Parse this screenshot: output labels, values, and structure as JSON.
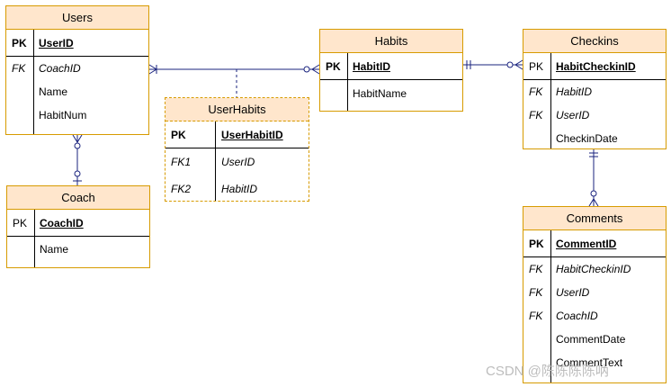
{
  "entities": {
    "users": {
      "title": "Users",
      "pk_key": "PK",
      "pk_name": "UserID",
      "fields": [
        {
          "key": "FK",
          "name": "CoachID"
        },
        {
          "key": "",
          "name": "Name"
        },
        {
          "key": "",
          "name": "HabitNum"
        }
      ]
    },
    "coach": {
      "title": "Coach",
      "pk_key": "PK",
      "pk_name": "CoachID",
      "fields": [
        {
          "key": "",
          "name": "Name"
        }
      ]
    },
    "userhabits": {
      "title": "UserHabits",
      "pk_key": "PK",
      "pk_name": "UserHabitID",
      "fields": [
        {
          "key": "FK1",
          "name": "UserID"
        },
        {
          "key": "FK2",
          "name": "HabitID"
        }
      ]
    },
    "habits": {
      "title": "Habits",
      "pk_key": "PK",
      "pk_name": "HabitID",
      "fields": [
        {
          "key": "",
          "name": "HabitName"
        }
      ]
    },
    "checkins": {
      "title": "Checkins",
      "pk_key": "PK",
      "pk_name": "HabitCheckinID",
      "fields": [
        {
          "key": "FK",
          "name": "HabitID"
        },
        {
          "key": "FK",
          "name": "UserID"
        },
        {
          "key": "",
          "name": "CheckinDate"
        }
      ]
    },
    "comments": {
      "title": "Comments",
      "pk_key": "PK",
      "pk_name": "CommentID",
      "fields": [
        {
          "key": "FK",
          "name": "HabitCheckinID"
        },
        {
          "key": "FK",
          "name": "UserID"
        },
        {
          "key": "FK",
          "name": "CoachID"
        },
        {
          "key": "",
          "name": "CommentDate"
        },
        {
          "key": "",
          "name": "CommentText"
        }
      ]
    }
  },
  "watermark": "CSDN @陈陈陈陈呐",
  "colors": {
    "header_fill": "#ffe6cc",
    "border": "#d79b00",
    "link": "#1a237e"
  }
}
